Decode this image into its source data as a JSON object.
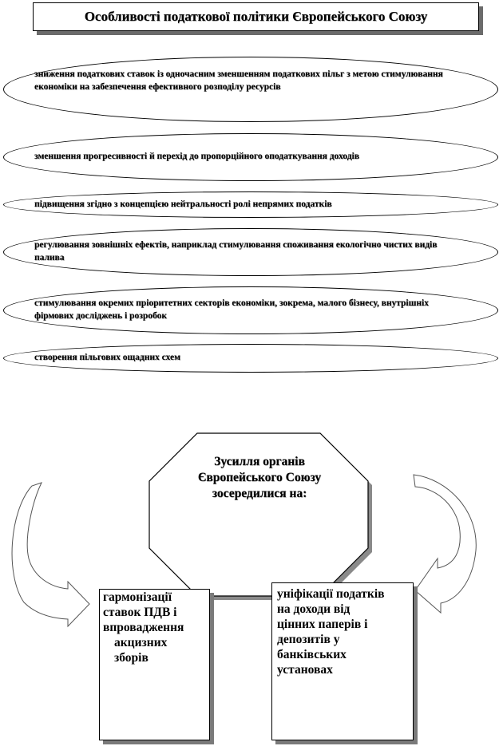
{
  "title": "Особливості податкової політики Європейського Союзу",
  "features": [
    "зниження податкових ставок із одночасним зменшенням податкових пільг з метою стимулювання економіки на забезпечення ефективного розподілу ресурсів",
    "зменшення прогресивності й перехід до пропорційного оподаткування доходів",
    "підвищення згідно з концепцією нейтральності ролі непрямих податків",
    "регулювання зовнішніх ефектів, наприклад стимулювання споживання екологічно чистих видів палива",
    "стимулювання окремих пріоритетних секторів економіки, зокрема, малого бізнесу, внутрішніх фірмових досліджень і розробок",
    "створення пільгових ощадних схем"
  ],
  "focus_title": {
    "line1": "Зусилля органів",
    "line2": "Європейського Союзу",
    "line3": "зосередилися на:"
  },
  "left_box": {
    "lines": [
      "гармонізації",
      "ставок ПДВ і",
      "впровадження",
      "акцизних",
      "зборів"
    ]
  },
  "right_box": {
    "lines": [
      "уніфікації податків",
      "на доходи від",
      "цінних паперів і",
      "депозитів у",
      "банківських",
      "установах"
    ]
  }
}
